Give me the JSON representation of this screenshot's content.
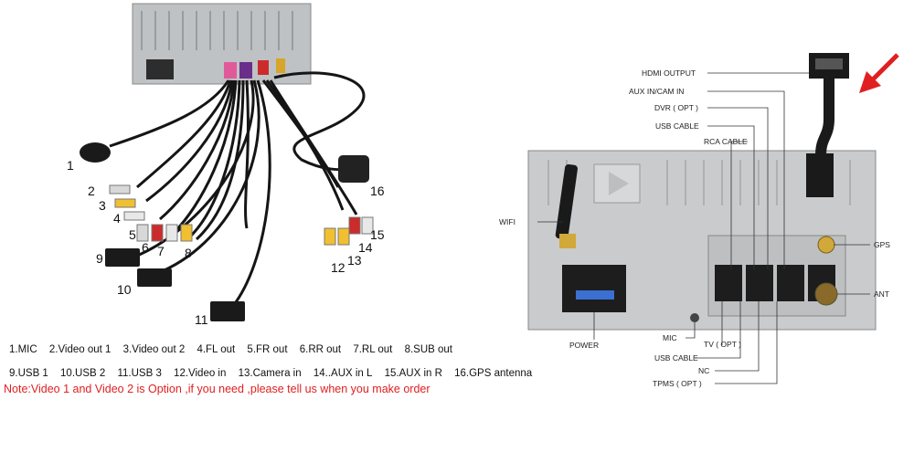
{
  "left": {
    "callouts": [
      "1",
      "2",
      "3",
      "4",
      "5",
      "6",
      "7",
      "8",
      "9",
      "10",
      "11",
      "12",
      "13",
      "14",
      "15",
      "16"
    ],
    "legend_row1": [
      "1.MIC",
      "2.Video out 1",
      "3.Video out 2",
      "4.FL out",
      "5.FR out",
      "6.RR out",
      "7.RL out",
      "8.SUB out"
    ],
    "legend_row2": [
      "9.USB 1",
      "10.USB 2",
      "11.USB 3",
      "12.Video in",
      "13.Camera in",
      "14..AUX in L",
      "15.AUX in R",
      "16.GPS antenna"
    ],
    "note": "Note:Video 1 and Video 2 is Option ,if you need ,please tell us when you make order"
  },
  "right": {
    "top_labels": [
      "HDMI OUTPUT",
      "AUX IN/CAM  IN",
      "DVR ( OPT )",
      "USB  CABLE",
      "RCA CABLE"
    ],
    "wifi": "WIFI",
    "gps": "GPS",
    "ant": "ANT",
    "power": "POWER",
    "bottom_labels": [
      "MIC",
      "TV ( OPT )",
      "USB  CABLE",
      "NC",
      "TPMS ( OPT )"
    ]
  },
  "colors": {
    "note_red": "#e02020",
    "arrow_red": "#e02020",
    "panel_gray": "#c9cbcc"
  }
}
